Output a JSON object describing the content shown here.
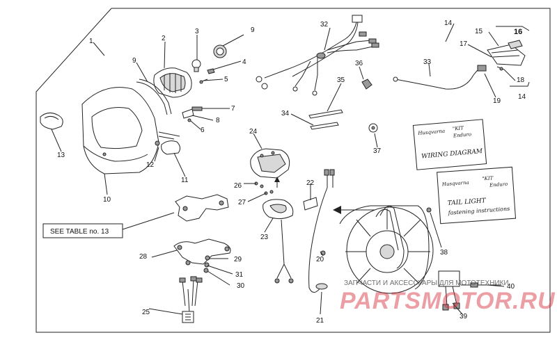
{
  "callouts": [
    "1",
    "2",
    "3",
    "4",
    "5",
    "6",
    "7",
    "8",
    "9",
    "9",
    "10",
    "11",
    "12",
    "13",
    "14",
    "14",
    "15",
    "16",
    "17",
    "18",
    "19",
    "20",
    "21",
    "22",
    "23",
    "24",
    "25",
    "26",
    "27",
    "28",
    "29",
    "30",
    "31",
    "32",
    "33",
    "34",
    "35",
    "36",
    "37",
    "38",
    "39",
    "40"
  ],
  "see_table": "SEE TABLE no. 13",
  "wiring_card": {
    "brand": "Husqvarna",
    "kit": "\"KIT",
    "enduro": "Enduro",
    "title": "WIRING DIAGRAM"
  },
  "tail_card": {
    "brand": "Husqvarna",
    "kit": "\"KIT",
    "enduro": "Enduro",
    "line1": "TAIL LIGHT",
    "line2": "fastening instructions"
  },
  "watermark": {
    "caption": "ЗАПЧАСТИ И АКСЕССУАРЫ ДЛЯ МОТОТЕХНИКИ",
    "logo": "PARTSMOTOR.RU"
  },
  "colors": {
    "line": "#222222",
    "watermark": "#d62b3a",
    "background": "#ffffff"
  }
}
